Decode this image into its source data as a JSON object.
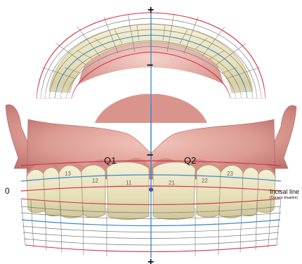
{
  "quadrants": {
    "left": "Q1",
    "right": "Q2"
  },
  "tooth_numbers": [
    "13",
    "12",
    "11",
    "21",
    "22",
    "23"
  ],
  "axis_marks": {
    "plus": "+",
    "minus": "−"
  },
  "zero_label": "0",
  "incisal_line": {
    "title": "Incisal line",
    "note": "(Current situation)"
  },
  "colors": {
    "grid_red": "#d2304a",
    "grid_blue": "#3a86c8",
    "grid_gray": "#777777",
    "gum": "#dc9b93",
    "tooth": "#ece6c4"
  }
}
